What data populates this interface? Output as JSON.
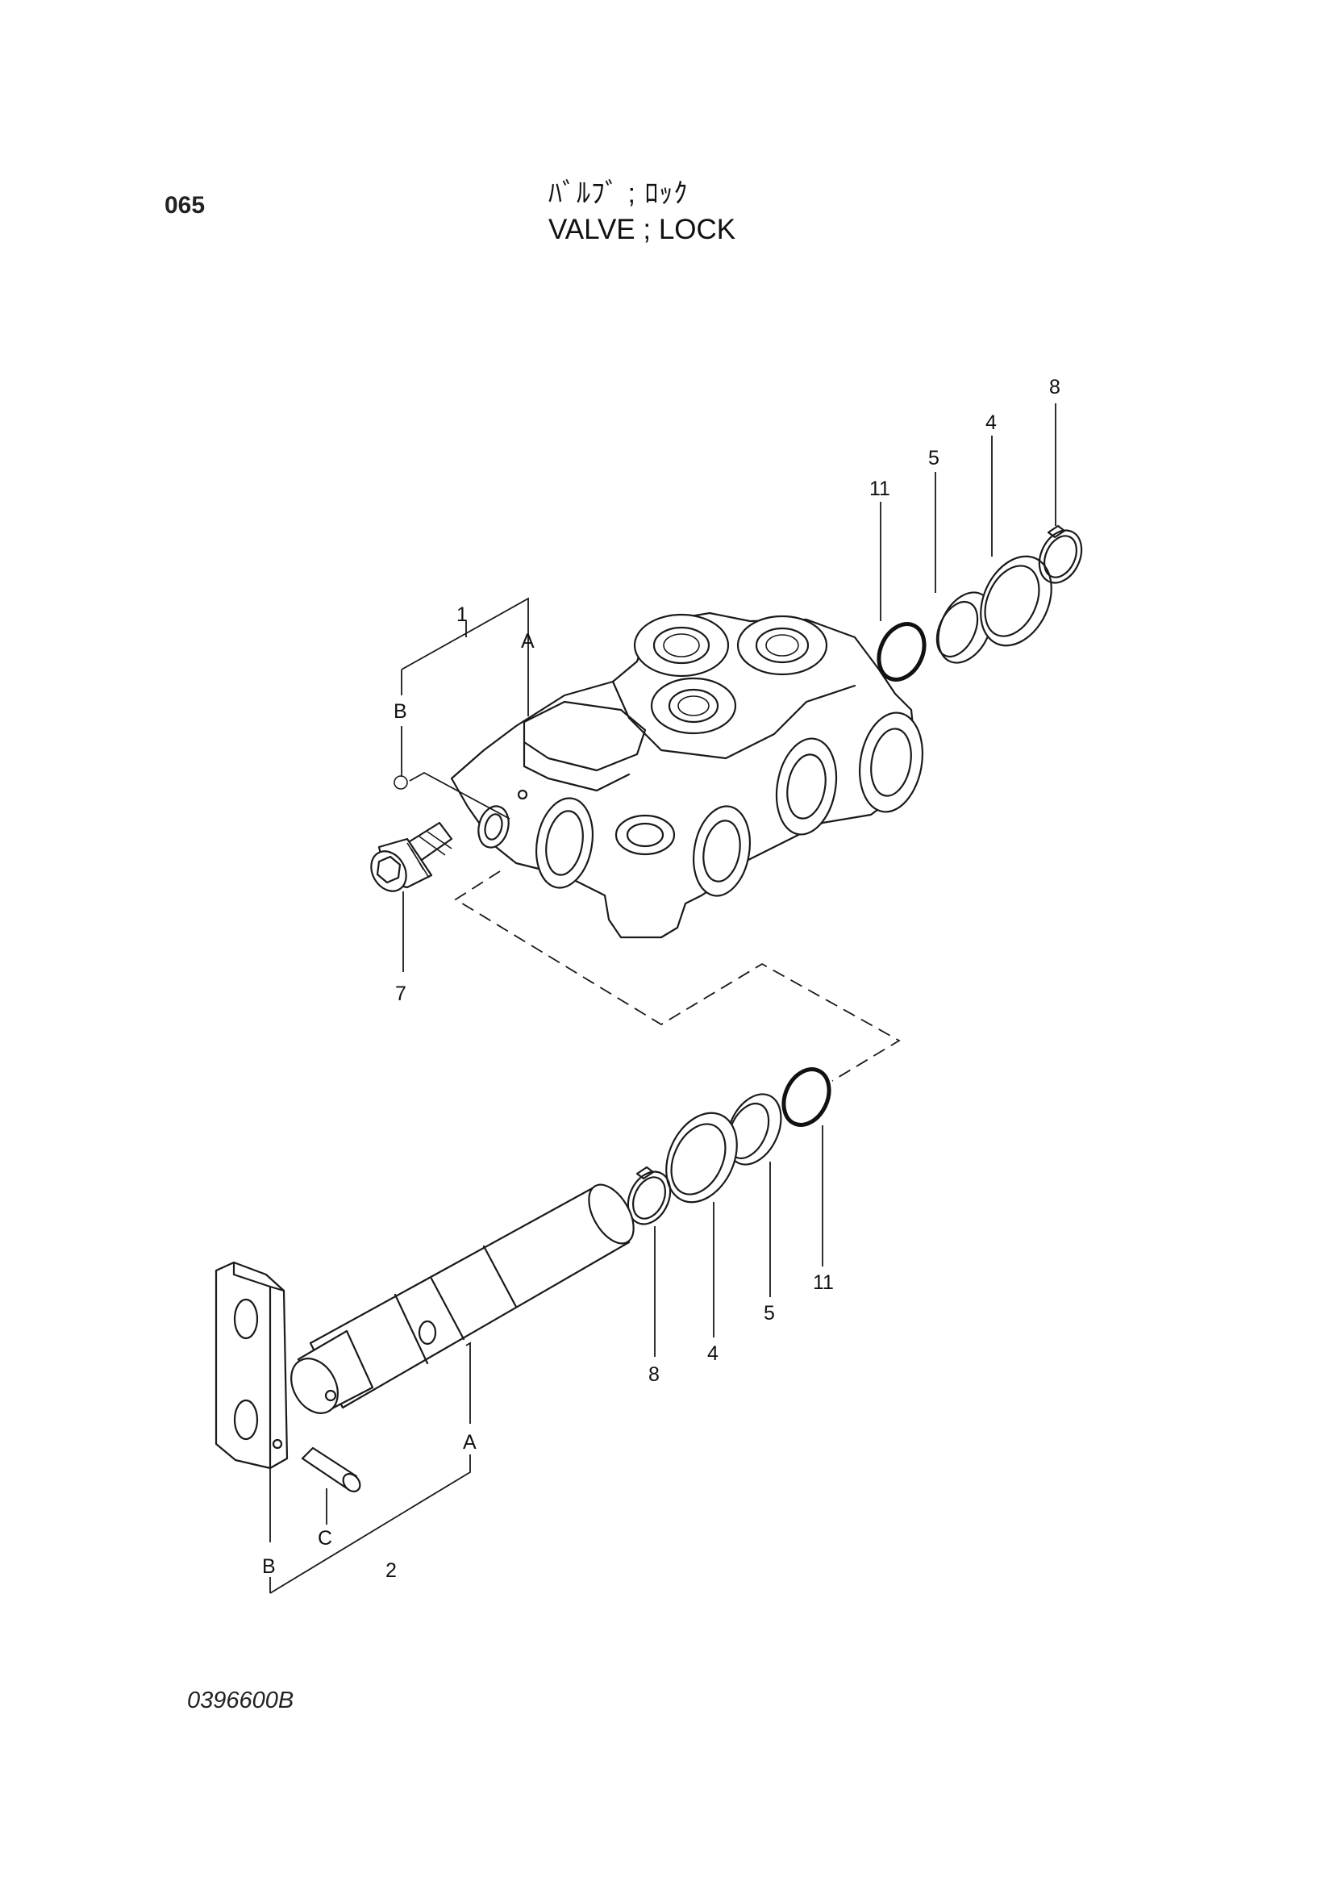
{
  "header": {
    "page_number": "065",
    "title_jp": "ﾊﾞﾙﾌﾞ ; ﾛｯｸ",
    "title_en": "VALVE ; LOCK"
  },
  "callouts": {
    "p1": "1",
    "p2": "2",
    "p4a": "4",
    "p4b": "4",
    "p5a": "5",
    "p5b": "5",
    "p7": "7",
    "p8a": "8",
    "p8b": "8",
    "p11a": "11",
    "p11b": "11",
    "ref_a_top": "A",
    "ref_b_top": "B",
    "ref_a_bottom": "A",
    "ref_b_bottom": "B",
    "ref_c_bottom": "C"
  },
  "footer": {
    "drawing_code": "0396600B"
  }
}
